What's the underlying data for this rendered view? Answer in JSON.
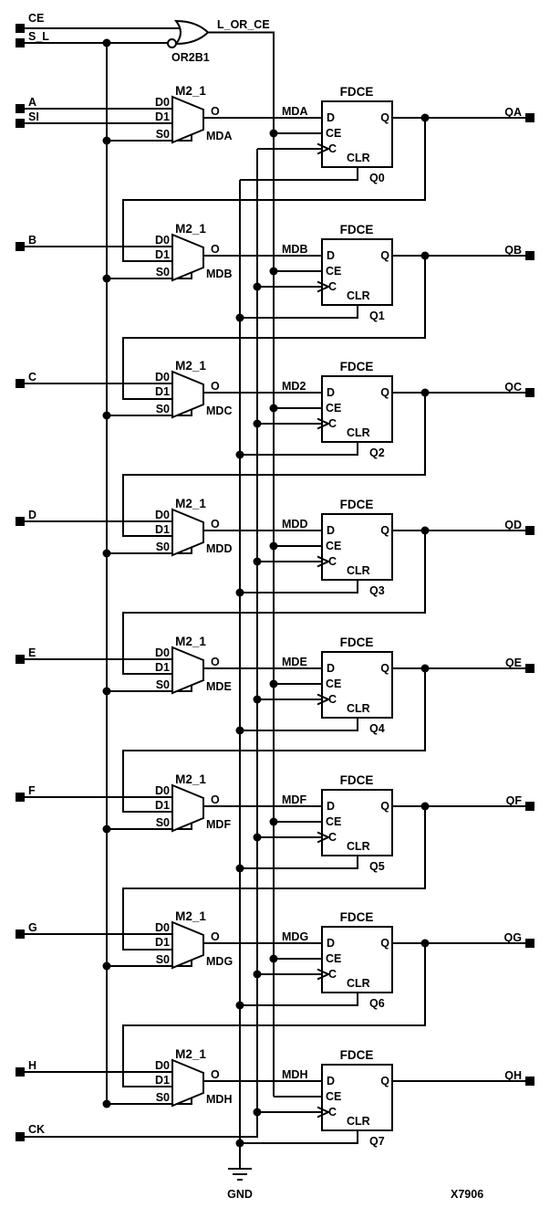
{
  "colors": {
    "ink": "#000000",
    "background": "#ffffff"
  },
  "top": {
    "ce": "CE",
    "s_l": "S_L",
    "or_gate": "OR2B1",
    "or_net": "L_OR_CE",
    "ck": "CK",
    "gnd": "GND",
    "figure_id": "X7906"
  },
  "mux": {
    "title": "M2_1",
    "d0": "D0",
    "d1": "D1",
    "s0": "S0",
    "o": "O"
  },
  "ff": {
    "title": "FDCE",
    "d": "D",
    "ce": "CE",
    "c": "C",
    "clr": "CLR",
    "q": "Q"
  },
  "stages": [
    {
      "input": "A",
      "input2": "SI",
      "mux_out": "MDA",
      "net": "MDA",
      "q_net": "Q0",
      "output": "QA"
    },
    {
      "input": "B",
      "mux_out": "MDB",
      "net": "MDB",
      "q_net": "Q1",
      "output": "QB"
    },
    {
      "input": "C",
      "mux_out": "MDC",
      "net": "MD2",
      "q_net": "Q2",
      "output": "QC"
    },
    {
      "input": "D",
      "mux_out": "MDD",
      "net": "MDD",
      "q_net": "Q3",
      "output": "QD"
    },
    {
      "input": "E",
      "mux_out": "MDE",
      "net": "MDE",
      "q_net": "Q4",
      "output": "QE"
    },
    {
      "input": "F",
      "mux_out": "MDF",
      "net": "MDF",
      "q_net": "Q5",
      "output": "QF"
    },
    {
      "input": "G",
      "mux_out": "MDG",
      "net": "MDG",
      "q_net": "Q6",
      "output": "QG"
    },
    {
      "input": "H",
      "mux_out": "MDH",
      "net": "MDH",
      "q_net": "Q7",
      "output": "QH"
    }
  ]
}
